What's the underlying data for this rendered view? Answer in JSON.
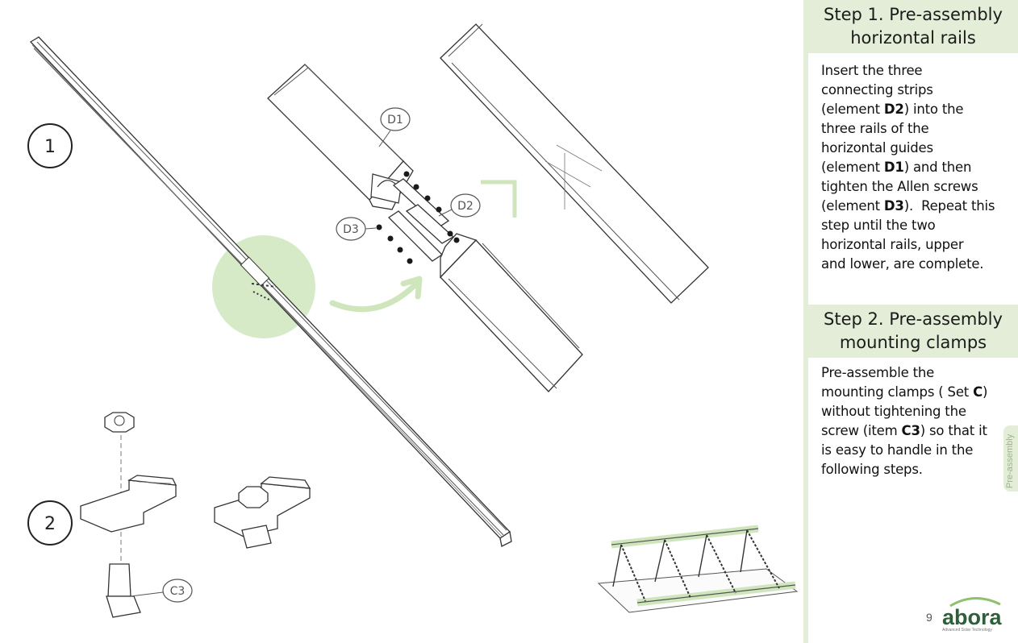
{
  "steps": [
    {
      "title_line1": "Step 1. Pre-assembly",
      "title_line2": "horizontal rails",
      "body": [
        {
          "text": "Insert the three"
        },
        {
          "text": "connecting strips"
        },
        {
          "text": "(element ",
          "bold": "D2",
          "after": ") into the"
        },
        {
          "text": "three rails of the"
        },
        {
          "text": "horizontal guides"
        },
        {
          "text": "(element ",
          "bold": "D1",
          "after": ") and then"
        },
        {
          "text": "tighten the Allen screws"
        },
        {
          "text": "(element ",
          "bold": "D3",
          "after": ").  Repeat this"
        },
        {
          "text": "step until the two"
        },
        {
          "text": "horizontal rails, upper"
        },
        {
          "text": "and lower, are complete."
        }
      ]
    },
    {
      "title_line1": "Step 2. Pre-assembly",
      "title_line2": "mounting clamps",
      "body": [
        {
          "text": "Pre-assemble the"
        },
        {
          "text": "mounting clamps ( Set ",
          "bold": "C",
          "after": ")"
        },
        {
          "text": "without tightening the"
        },
        {
          "text": "screw (item ",
          "bold": "C3",
          "after": ") so that it"
        },
        {
          "text": "is easy to handle in the"
        },
        {
          "text": "following steps."
        }
      ]
    }
  ],
  "callouts": {
    "step1": "1",
    "step2": "2",
    "d1": "D1",
    "d2": "D2",
    "d3": "D3",
    "c3": "C3"
  },
  "side_tab": "Pre-assembly",
  "page_number": "9",
  "logo": {
    "name": "abora",
    "tagline": "Advanced Solar Technology"
  },
  "colors": {
    "accent_green": "#e3edd8",
    "highlight_green": "#cfe6bd",
    "logo_green": "#2f5f3a",
    "line_gray": "#333333"
  }
}
